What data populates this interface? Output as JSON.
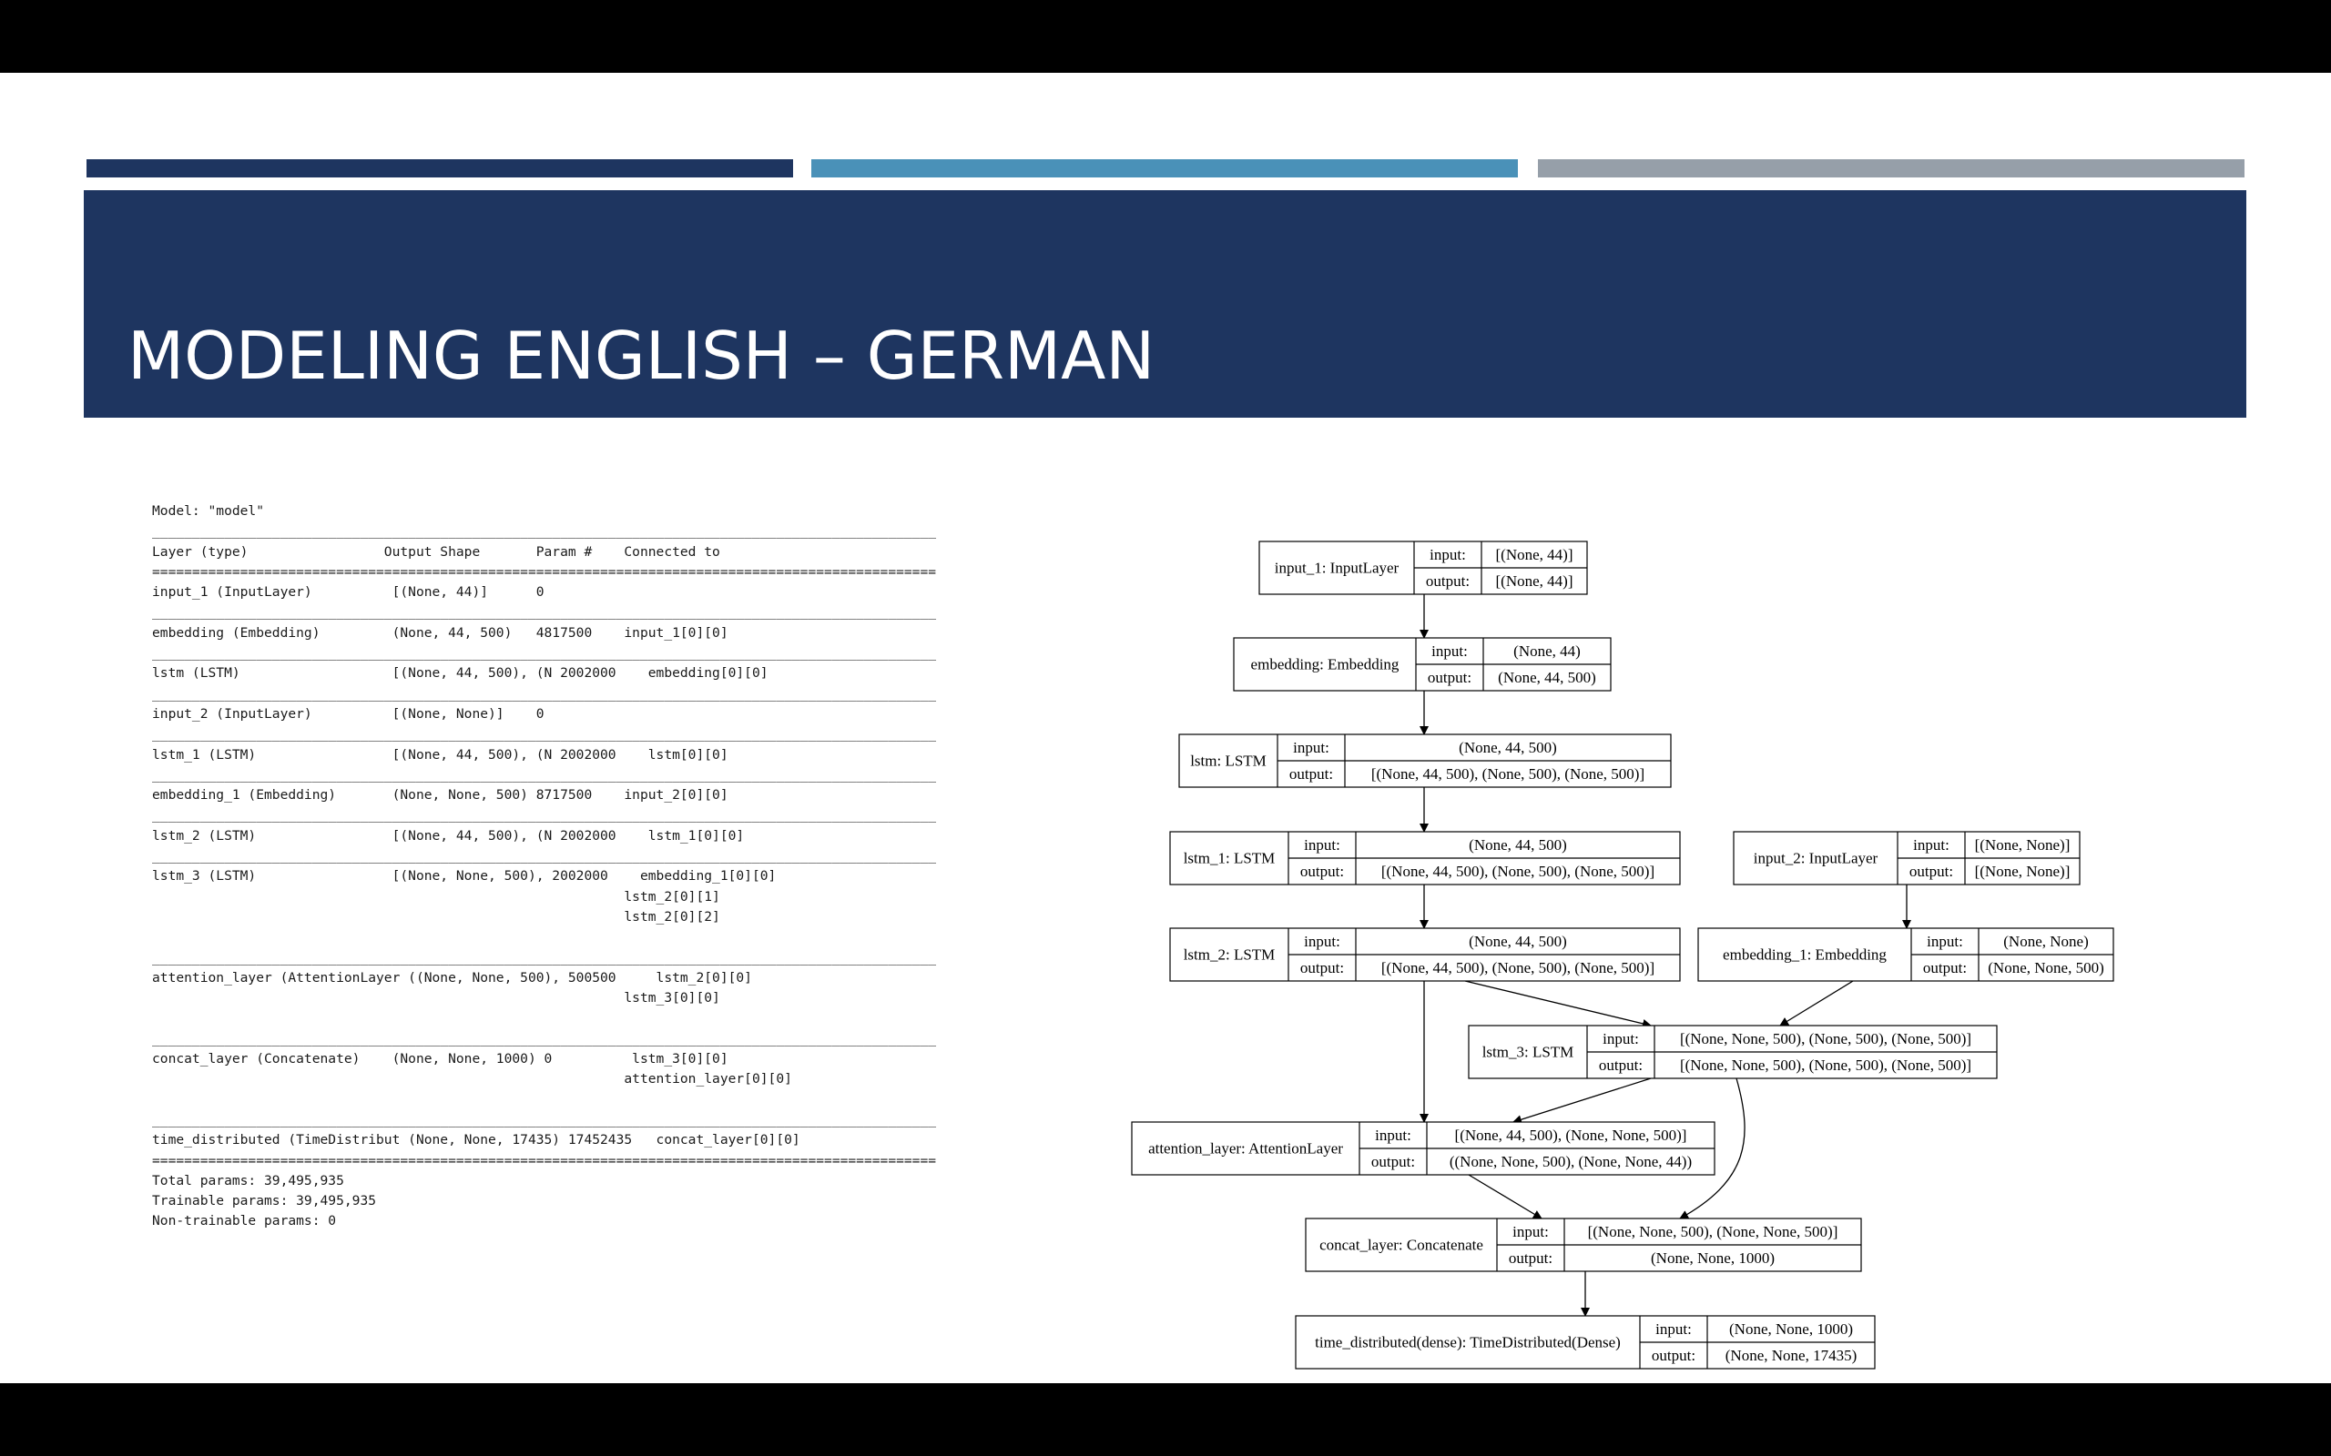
{
  "slide": {
    "title": "MODELING ENGLISH – GERMAN",
    "colors": {
      "navy": "#1e3560",
      "blue": "#4a91b8",
      "gray": "#969fa9"
    }
  },
  "summary": {
    "model_name_line": "Model: \"model\"",
    "columns": [
      "Layer (type)",
      "Output Shape",
      "Param #",
      "Connected to"
    ],
    "rows": [
      {
        "layer": "input_1 (InputLayer)",
        "shape": "[(None, 44)]",
        "params": "0",
        "connected": []
      },
      {
        "layer": "embedding (Embedding)",
        "shape": "(None, 44, 500)",
        "params": "4817500",
        "connected": [
          "input_1[0][0]"
        ]
      },
      {
        "layer": "lstm (LSTM)",
        "shape": "[(None, 44, 500), (N",
        "params": "2002000",
        "connected": [
          "embedding[0][0]"
        ]
      },
      {
        "layer": "input_2 (InputLayer)",
        "shape": "[(None, None)]",
        "params": "0",
        "connected": []
      },
      {
        "layer": "lstm_1 (LSTM)",
        "shape": "[(None, 44, 500), (N",
        "params": "2002000",
        "connected": [
          "lstm[0][0]"
        ]
      },
      {
        "layer": "embedding_1 (Embedding)",
        "shape": "(None, None, 500)",
        "params": "8717500",
        "connected": [
          "input_2[0][0]"
        ]
      },
      {
        "layer": "lstm_2 (LSTM)",
        "shape": "[(None, 44, 500), (N",
        "params": "2002000",
        "connected": [
          "lstm_1[0][0]"
        ]
      },
      {
        "layer": "lstm_3 (LSTM)",
        "shape": "[(None, None, 500),",
        "params": "2002000",
        "connected": [
          "embedding_1[0][0]",
          "lstm_2[0][1]",
          "lstm_2[0][2]"
        ]
      },
      {
        "layer": "attention_layer (AttentionLayer",
        "shape": "((None, None, 500),",
        "params": "500500",
        "connected": [
          "lstm_2[0][0]",
          "lstm_3[0][0]"
        ]
      },
      {
        "layer": "concat_layer (Concatenate)",
        "shape": "(None, None, 1000)",
        "params": "0",
        "connected": [
          "lstm_3[0][0]",
          "attention_layer[0][0]"
        ]
      },
      {
        "layer": "time_distributed (TimeDistribut",
        "shape": "(None, None, 17435)",
        "params": "17452435",
        "connected": [
          "concat_layer[0][0]"
        ]
      }
    ],
    "totals": [
      "Total params: 39,495,935",
      "Trainable params: 39,495,935",
      "Non-trainable params: 0"
    ]
  },
  "graph": {
    "input_label": "input:",
    "output_label": "output:",
    "nodes": [
      {
        "id": "input_1",
        "name": "input_1: InputLayer",
        "input": "[(None, 44)]",
        "output": "[(None, 44)]"
      },
      {
        "id": "embedding",
        "name": "embedding: Embedding",
        "input": "(None, 44)",
        "output": "(None, 44, 500)"
      },
      {
        "id": "lstm",
        "name": "lstm: LSTM",
        "input": "(None, 44, 500)",
        "output": "[(None, 44, 500), (None, 500), (None, 500)]"
      },
      {
        "id": "lstm_1",
        "name": "lstm_1: LSTM",
        "input": "(None, 44, 500)",
        "output": "[(None, 44, 500), (None, 500), (None, 500)]"
      },
      {
        "id": "input_2",
        "name": "input_2: InputLayer",
        "input": "[(None, None)]",
        "output": "[(None, None)]"
      },
      {
        "id": "lstm_2",
        "name": "lstm_2: LSTM",
        "input": "(None, 44, 500)",
        "output": "[(None, 44, 500), (None, 500), (None, 500)]"
      },
      {
        "id": "embedding_1",
        "name": "embedding_1: Embedding",
        "input": "(None, None)",
        "output": "(None, None, 500)"
      },
      {
        "id": "lstm_3",
        "name": "lstm_3: LSTM",
        "input": "[(None, None, 500), (None, 500), (None, 500)]",
        "output": "[(None, None, 500), (None, 500), (None, 500)]"
      },
      {
        "id": "attention_layer",
        "name": "attention_layer: AttentionLayer",
        "input": "[(None, 44, 500), (None, None, 500)]",
        "output": "((None, None, 500), (None, None, 44))"
      },
      {
        "id": "concat_layer",
        "name": "concat_layer: Concatenate",
        "input": "[(None, None, 500), (None, None, 500)]",
        "output": "(None, None, 1000)"
      },
      {
        "id": "time_distributed",
        "name": "time_distributed(dense): TimeDistributed(Dense)",
        "input": "(None, None, 1000)",
        "output": "(None, None, 17435)"
      }
    ],
    "edges": [
      [
        "input_1",
        "embedding"
      ],
      [
        "embedding",
        "lstm"
      ],
      [
        "lstm",
        "lstm_1"
      ],
      [
        "lstm_1",
        "lstm_2"
      ],
      [
        "input_2",
        "embedding_1"
      ],
      [
        "lstm_2",
        "lstm_3"
      ],
      [
        "embedding_1",
        "lstm_3"
      ],
      [
        "lstm_2",
        "attention_layer"
      ],
      [
        "lstm_3",
        "attention_layer"
      ],
      [
        "attention_layer",
        "concat_layer"
      ],
      [
        "lstm_3",
        "concat_layer"
      ],
      [
        "concat_layer",
        "time_distributed"
      ]
    ]
  }
}
